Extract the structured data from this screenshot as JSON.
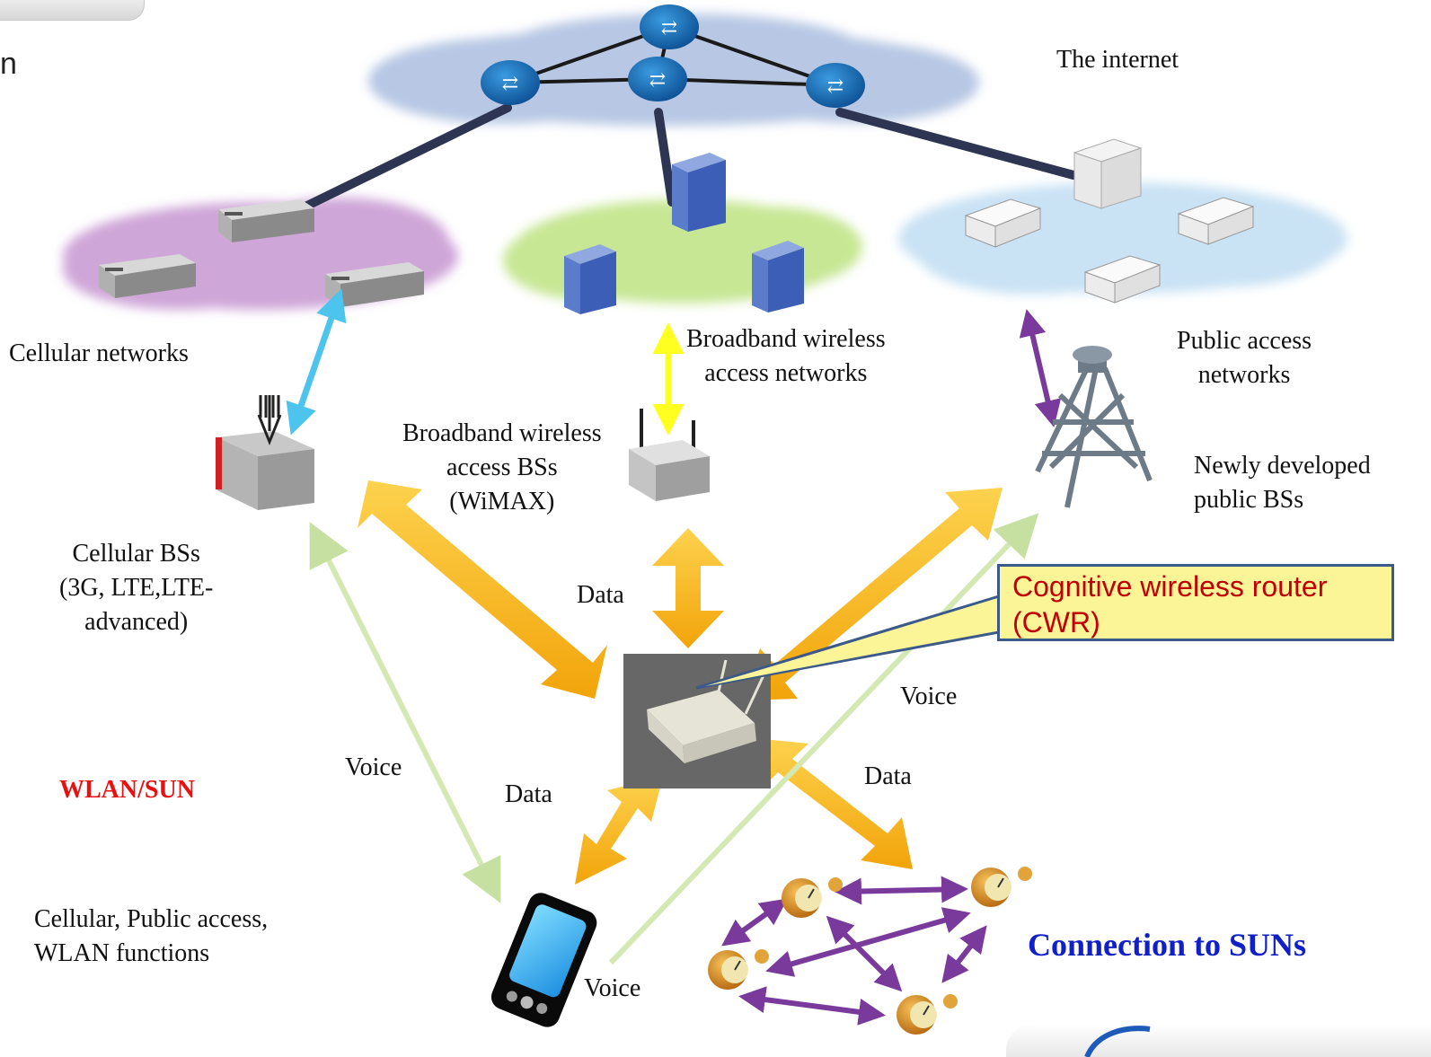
{
  "corner_glyph": "n",
  "labels": {
    "internet": "The internet",
    "cellular_networks": "Cellular networks",
    "broadband_networks": [
      "Broadband wireless",
      "access networks"
    ],
    "public_access_networks": [
      "Public access",
      "networks"
    ],
    "broadband_bss": [
      "Broadband wireless",
      "access BSs",
      "(WiMAX)"
    ],
    "newly_public_bss": [
      "Newly developed",
      "public BSs"
    ],
    "cellular_bss": [
      "Cellular BSs",
      "(3G, LTE,LTE-",
      "advanced)"
    ],
    "wlan_sun": "WLAN/SUN",
    "device_functions": [
      "Cellular, Public access,",
      "WLAN functions"
    ],
    "connection_suns": "Connection to SUNs"
  },
  "flow_labels": {
    "data_top": "Data",
    "data_left": "Data",
    "data_right": "Data",
    "voice_left": "Voice",
    "voice_right": "Voice",
    "voice_bottom": "Voice"
  },
  "callout": [
    "Cognitive wireless router",
    "(CWR)"
  ],
  "colors": {
    "internet_cloud": "#b7c7e4",
    "cellular_cloud": "#cfa6d8",
    "broadband_cloud": "#c7e794",
    "public_cloud": "#c9e2f4",
    "router_blue": "#1f6fb8",
    "backbone_line": "#2e3553",
    "data_arrow": "#f8b614",
    "voice_arrow": "#d3e8b2",
    "cellular_link": "#4cc4ee",
    "broadband_link": "#ffff20",
    "public_link": "#7a3a9c",
    "sun_link": "#7a3a9c",
    "callout_fill": "#fbf598",
    "callout_text": "#c00000"
  },
  "icons": [
    "router-icon",
    "cellular-gateway-icon",
    "server-icon",
    "public-access-box-icon",
    "cellular-bs-icon",
    "wimax-bs-icon",
    "tower-icon",
    "cwr-device-photo",
    "smartphone-icon",
    "smart-meter-icon"
  ]
}
